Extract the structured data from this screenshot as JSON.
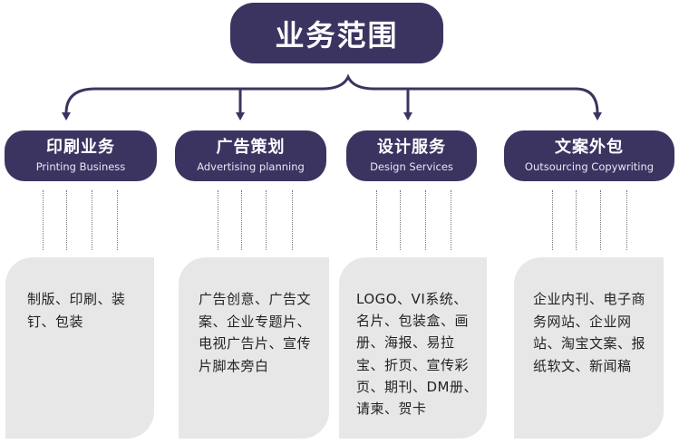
{
  "title": "业务范围",
  "colors": {
    "primary": "#3b3461",
    "card_bg": "#e7e7e7",
    "text": "#222222"
  },
  "categories": [
    {
      "zh": "印刷业务",
      "en": "Printing Business",
      "content": "制版、印刷、装钉、包装"
    },
    {
      "zh": "广告策划",
      "en": "Advertising planning",
      "content": "广告创意、广告文案、企业专题片、电视广告片、宣传片脚本旁白"
    },
    {
      "zh": "设计服务",
      "en": "Design Services",
      "content": "LOGO、VI系统、名片、包装盒、画册、海报、易拉宝、折页、宣传彩页、期刊、DM册、请柬、贺卡"
    },
    {
      "zh": "文案外包",
      "en": "Outsourcing Copywriting",
      "content": "企业内刊、电子商务网站、企业网站、淘宝文案、报纸软文、新闻稿"
    }
  ]
}
